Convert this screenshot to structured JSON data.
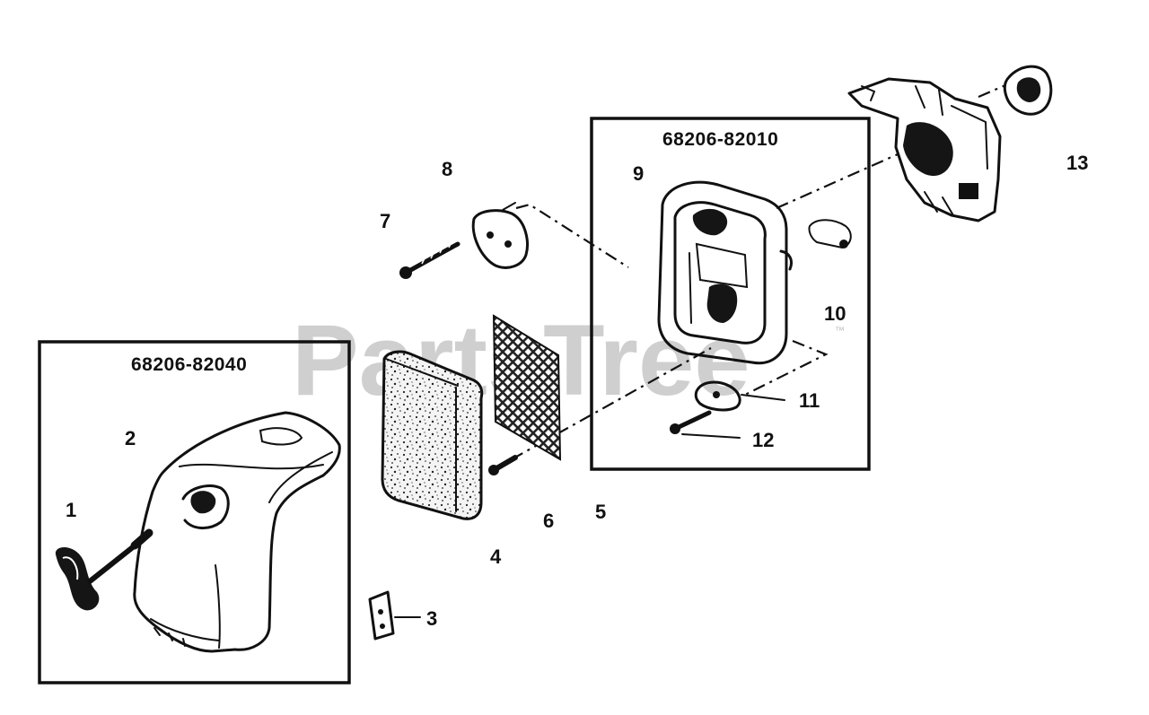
{
  "watermark": {
    "text": "PartsTree",
    "trademark": "™"
  },
  "kits": [
    {
      "id": "kit-air-cleaner-cover",
      "part_number": "68206-82040"
    },
    {
      "id": "kit-air-cleaner-base",
      "part_number": "68206-82010"
    }
  ],
  "callouts": [
    "1",
    "2",
    "3",
    "4",
    "5",
    "6",
    "7",
    "8",
    "9",
    "10",
    "11",
    "12",
    "13"
  ],
  "icons": {
    "knob": "knob-icon",
    "cover": "air-cleaner-cover-icon",
    "clip": "clip-icon",
    "filter": "foam-filter-icon",
    "screen": "mesh-screen-icon",
    "screw": "screw-icon",
    "bracket": "bracket-icon",
    "base": "air-cleaner-base-icon",
    "gasket": "gasket-icon",
    "carburetor": "carburetor-icon"
  }
}
